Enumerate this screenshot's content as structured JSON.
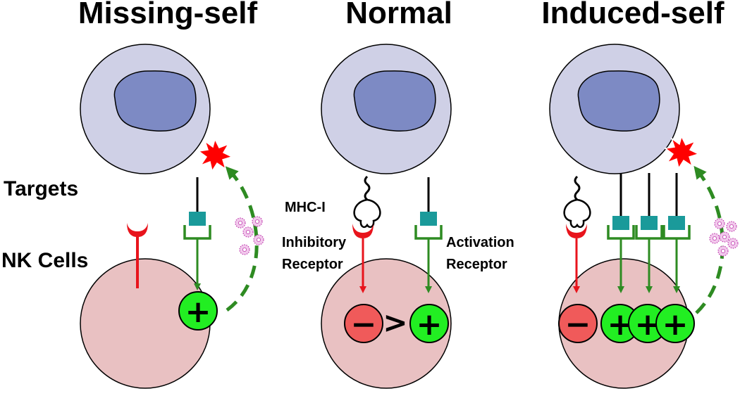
{
  "panels": {
    "missing_self": {
      "title": "Missing-self",
      "activation_sign": "+"
    },
    "normal": {
      "title": "Normal",
      "inhibition_sign": "−",
      "comparator": ">",
      "activation_sign": "+"
    },
    "induced_self": {
      "title": "Induced-self",
      "inhibition_sign": "−",
      "activation_signs": [
        "+",
        "+",
        "+"
      ]
    }
  },
  "labels": {
    "targets": "Targets",
    "nk_cells": "NK Cells",
    "mhc": "MHC-I",
    "inhibitory_1": "Inhibitory",
    "inhibitory_2": "Receptor",
    "activation_1": "Activation",
    "activation_2": "Receptor"
  },
  "colors": {
    "target_cell": "#cfd0e6",
    "nucleus": "#7d8ac4",
    "nk_cell": "#e9c1c2",
    "inhibitory_receptor": "#e8141c",
    "activation_receptor": "#2e8b22",
    "ligand": "#1a9a9a",
    "plus_circle": "#22ee22",
    "minus_circle": "#f05a5a",
    "granule": "#f2c9ec",
    "burst": "#ff0000"
  },
  "icons": [
    "killing-burst-icon",
    "cytotoxic-granules-icon",
    "mhc-i-molecule-icon"
  ]
}
